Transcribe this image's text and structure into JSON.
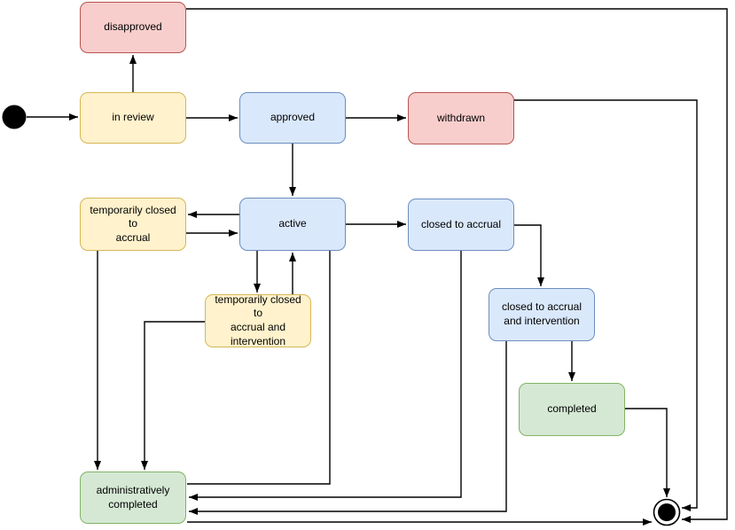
{
  "diagram": {
    "type": "state-machine",
    "background_color": "#ffffff",
    "edge_color": "#000000",
    "palette": {
      "red": {
        "fill": "#f8cecc",
        "stroke": "#b85450"
      },
      "yellow": {
        "fill": "#fff2cc",
        "stroke": "#d6b656"
      },
      "blue": {
        "fill": "#dae8fc",
        "stroke": "#6c8ebf"
      },
      "green": {
        "fill": "#d5e8d4",
        "stroke": "#82b366"
      }
    },
    "states": [
      {
        "id": "disapproved",
        "label": "disapproved",
        "color": "red"
      },
      {
        "id": "in-review",
        "label": "in review",
        "color": "yellow"
      },
      {
        "id": "approved",
        "label": "approved",
        "color": "blue"
      },
      {
        "id": "withdrawn",
        "label": "withdrawn",
        "color": "red"
      },
      {
        "id": "temporarily-closed-to-accrual",
        "label": "temporarily closed to\naccrual",
        "color": "yellow"
      },
      {
        "id": "active",
        "label": "active",
        "color": "blue"
      },
      {
        "id": "closed-to-accrual",
        "label": "closed to accrual",
        "color": "blue"
      },
      {
        "id": "temporarily-closed-to-accrual-and-intervention",
        "label": "temporarily closed to\naccrual and\nintervention",
        "color": "yellow"
      },
      {
        "id": "closed-to-accrual-and-intervention",
        "label": "closed to accrual\nand intervention",
        "color": "blue"
      },
      {
        "id": "completed",
        "label": "completed",
        "color": "green"
      },
      {
        "id": "administratively-completed",
        "label": "administratively\ncompleted",
        "color": "green"
      }
    ],
    "pseudo_states": [
      {
        "id": "start",
        "type": "initial",
        "shape": "filled-circle"
      },
      {
        "id": "end",
        "type": "final",
        "shape": "double-circle"
      }
    ],
    "transitions": [
      {
        "from": "start",
        "to": "in review"
      },
      {
        "from": "in review",
        "to": "disapproved"
      },
      {
        "from": "in review",
        "to": "approved"
      },
      {
        "from": "approved",
        "to": "withdrawn"
      },
      {
        "from": "approved",
        "to": "active"
      },
      {
        "from": "active",
        "to": "temporarily closed to accrual"
      },
      {
        "from": "temporarily closed to accrual",
        "to": "active"
      },
      {
        "from": "active",
        "to": "closed to accrual"
      },
      {
        "from": "active",
        "to": "temporarily closed to accrual and intervention"
      },
      {
        "from": "temporarily closed to accrual and intervention",
        "to": "active"
      },
      {
        "from": "closed to accrual",
        "to": "closed to accrual and intervention"
      },
      {
        "from": "closed to accrual and intervention",
        "to": "completed"
      },
      {
        "from": "completed",
        "to": "end"
      },
      {
        "from": "temporarily closed to accrual",
        "to": "administratively completed"
      },
      {
        "from": "temporarily closed to accrual and intervention",
        "to": "administratively completed"
      },
      {
        "from": "active",
        "to": "administratively completed"
      },
      {
        "from": "closed to accrual",
        "to": "administratively completed"
      },
      {
        "from": "closed to accrual and intervention",
        "to": "administratively completed"
      },
      {
        "from": "administratively completed",
        "to": "end"
      },
      {
        "from": "withdrawn",
        "to": "end"
      },
      {
        "from": "disapproved",
        "to": "end"
      }
    ]
  }
}
